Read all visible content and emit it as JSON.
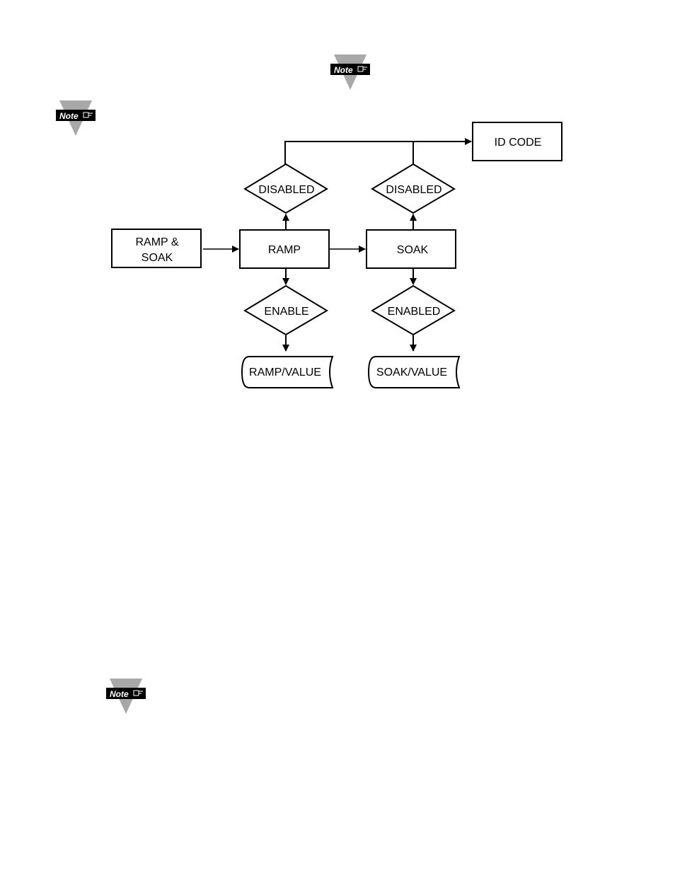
{
  "notes": [
    {
      "label": "Note",
      "icon": "pointing-hand-icon"
    },
    {
      "label": "Note",
      "icon": "pointing-hand-icon"
    },
    {
      "label": "Note",
      "icon": "pointing-hand-icon"
    }
  ],
  "flowchart": {
    "ramp_soak": [
      "RAMP &",
      "SOAK"
    ],
    "ramp": "RAMP",
    "soak": "SOAK",
    "id_code": "ID CODE",
    "ramp_disabled": "DISABLED",
    "soak_disabled": "DISABLED",
    "ramp_enable": "ENABLE",
    "soak_enabled": "ENABLED",
    "ramp_value": "RAMP/VALUE",
    "soak_value": "SOAK/VALUE"
  },
  "colors": {
    "note_gray": "#a8a8a8",
    "note_banner": "#000000",
    "line": "#000000"
  }
}
